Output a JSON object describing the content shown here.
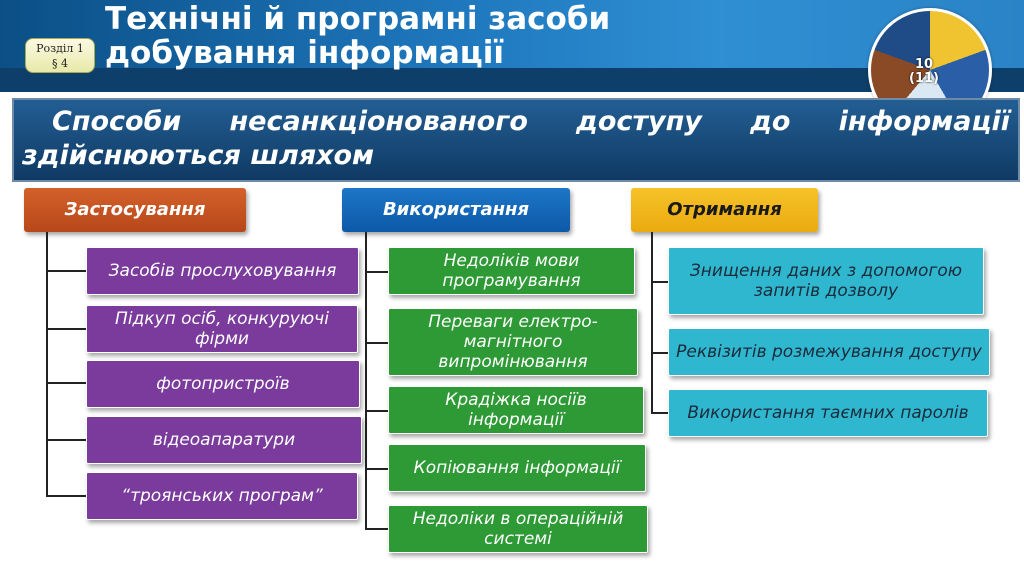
{
  "header": {
    "title": "Технічні й програмні засоби добування інформації",
    "section_line1": "Розділ 1",
    "section_line2": "§ 4",
    "grade": "10 (11)"
  },
  "banner": {
    "line1": "Способи несанкціонованого доступу до інформації",
    "line2": "здійснюються шляхом"
  },
  "categories": {
    "application": {
      "label": "Застосування",
      "items": [
        "Засобів прослуховування",
        "Підкуп осіб, конкуруючі фірми",
        "фотопристроїв",
        "відеоапаратури",
        "“троянських програм”"
      ]
    },
    "use": {
      "label": "Використання",
      "items": [
        "Недоліків мови програмування",
        "Переваги електро-магнітного випромінювання",
        "Крадіжка носіїв інформації",
        "Копіювання інформації",
        "Недоліки в операційній системі"
      ]
    },
    "obtaining": {
      "label": "Отримання",
      "items": [
        "Знищення даних з допомогою запитів дозволу",
        "Реквізитів розмежування доступу",
        "Використання таємних паролів"
      ]
    }
  },
  "colors": {
    "application": "#c04f20",
    "use": "#1565b8",
    "obtaining": "#f2b81d",
    "purple_items": "#7a3b9d",
    "green_items": "#2e9a36",
    "cyan_items": "#2fb7d0"
  }
}
